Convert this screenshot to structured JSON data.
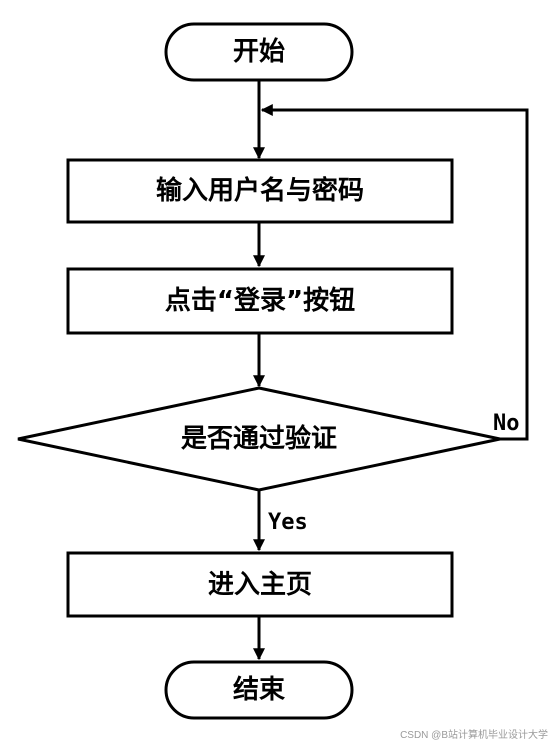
{
  "nodes": {
    "start": "开始",
    "input": "输入用户名与密码",
    "click_login": "点击“登录”按钮",
    "decision": "是否通过验证",
    "enter_home": "进入主页",
    "end": "结束"
  },
  "edges": {
    "no_label": "No",
    "yes_label": "Yes"
  },
  "watermark": "CSDN @B站计算机毕业设计大学"
}
